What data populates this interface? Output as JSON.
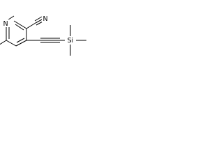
{
  "structure": {
    "atoms": {
      "ring_nitrogen": "N",
      "nitrile_nitrogen": "N",
      "silicon": "Si"
    },
    "colors": {
      "bond": "#000000",
      "label": "#000000",
      "background": "#ffffff"
    }
  }
}
